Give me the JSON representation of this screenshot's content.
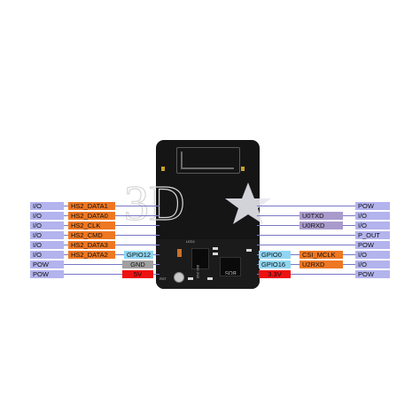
{
  "left_pins": [
    {
      "type": "I/O",
      "func": "HS2_DATA1",
      "gpio": "",
      "extra": ""
    },
    {
      "type": "I/O",
      "func": "HS2_DATA0",
      "gpio": "",
      "extra": ""
    },
    {
      "type": "I/O",
      "func": "HS2_CLK",
      "gpio": "",
      "extra": ""
    },
    {
      "type": "I/O",
      "func": "HS2_CMD",
      "gpio": "",
      "extra": ""
    },
    {
      "type": "I/O",
      "func": "HS2_DATA3",
      "gpio": "",
      "extra": ""
    },
    {
      "type": "I/O",
      "func": "HS2_DATA2",
      "gpio": "GPIO12",
      "extra": ""
    },
    {
      "type": "POW",
      "func": "",
      "gpio": "",
      "extra": "GND"
    },
    {
      "type": "POW",
      "func": "",
      "gpio": "",
      "extra": "5V"
    }
  ],
  "right_pins": [
    {
      "type": "POW",
      "func": "",
      "gpio": ""
    },
    {
      "type": "I/O",
      "func": "U0TXD",
      "gpio": ""
    },
    {
      "type": "I/O",
      "func": "U0RXD",
      "gpio": ""
    },
    {
      "type": "P_OUT",
      "func": "",
      "gpio": ""
    },
    {
      "type": "POW",
      "func": "",
      "gpio": ""
    },
    {
      "type": "I/O",
      "func": "CSI_MCLK",
      "gpio": "GPIO0"
    },
    {
      "type": "I/O",
      "func": "U2RXD",
      "gpio": "GPIO16"
    },
    {
      "type": "POW",
      "func": "3.3V",
      "gpio": ""
    }
  ],
  "board": {
    "rst_label": "RST",
    "led_label": "LED1",
    "chip_label": "800 2N3",
    "wifi_label": "BOS"
  },
  "watermark": {
    "text": "3D"
  },
  "colors": {
    "io": "#b3b3ee",
    "hs2": "#ee7722",
    "gpio": "#8fd6f2",
    "gnd": "#a0a0a0",
    "power_red": "#ee1111",
    "uart": "#a89bcc"
  }
}
